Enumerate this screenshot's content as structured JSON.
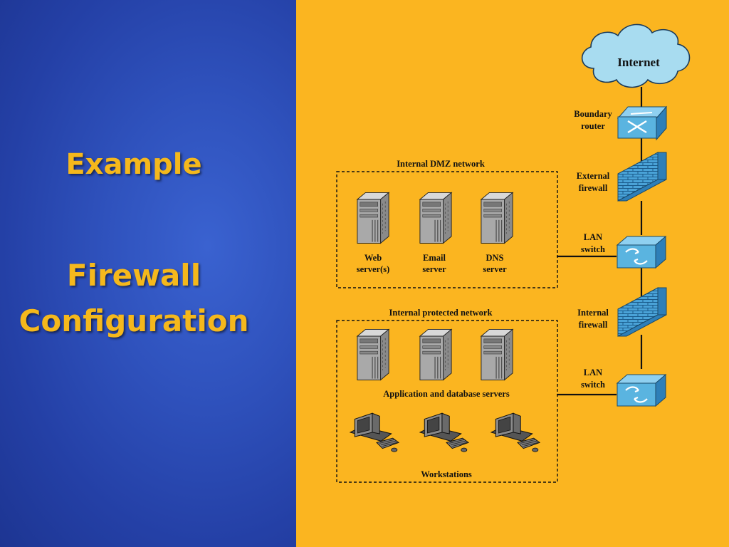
{
  "slide": {
    "title_line1": "Example",
    "title_line2": "Firewall",
    "title_line3": "Configuration"
  },
  "diagram": {
    "internet": "Internet",
    "boundary_router": [
      "Boundary",
      "router"
    ],
    "external_firewall": [
      "External",
      "firewall"
    ],
    "lan_switch_1": [
      "LAN",
      "switch"
    ],
    "internal_firewall": [
      "Internal",
      "firewall"
    ],
    "lan_switch_2": [
      "LAN",
      "switch"
    ],
    "dmz": {
      "title": "Internal DMZ network",
      "web_server": [
        "Web",
        "server(s)"
      ],
      "email_server": [
        "Email",
        "server"
      ],
      "dns_server": [
        "DNS",
        "server"
      ]
    },
    "protected": {
      "title": "Internal protected network",
      "app_servers": "Application and database servers",
      "workstations": "Workstations"
    }
  },
  "colors": {
    "left_bg": "#2f52bd",
    "title": "#f5b81c",
    "right_bg": "#fbb520",
    "cloud": "#a8dcf0",
    "device": "#5ab4e0"
  }
}
